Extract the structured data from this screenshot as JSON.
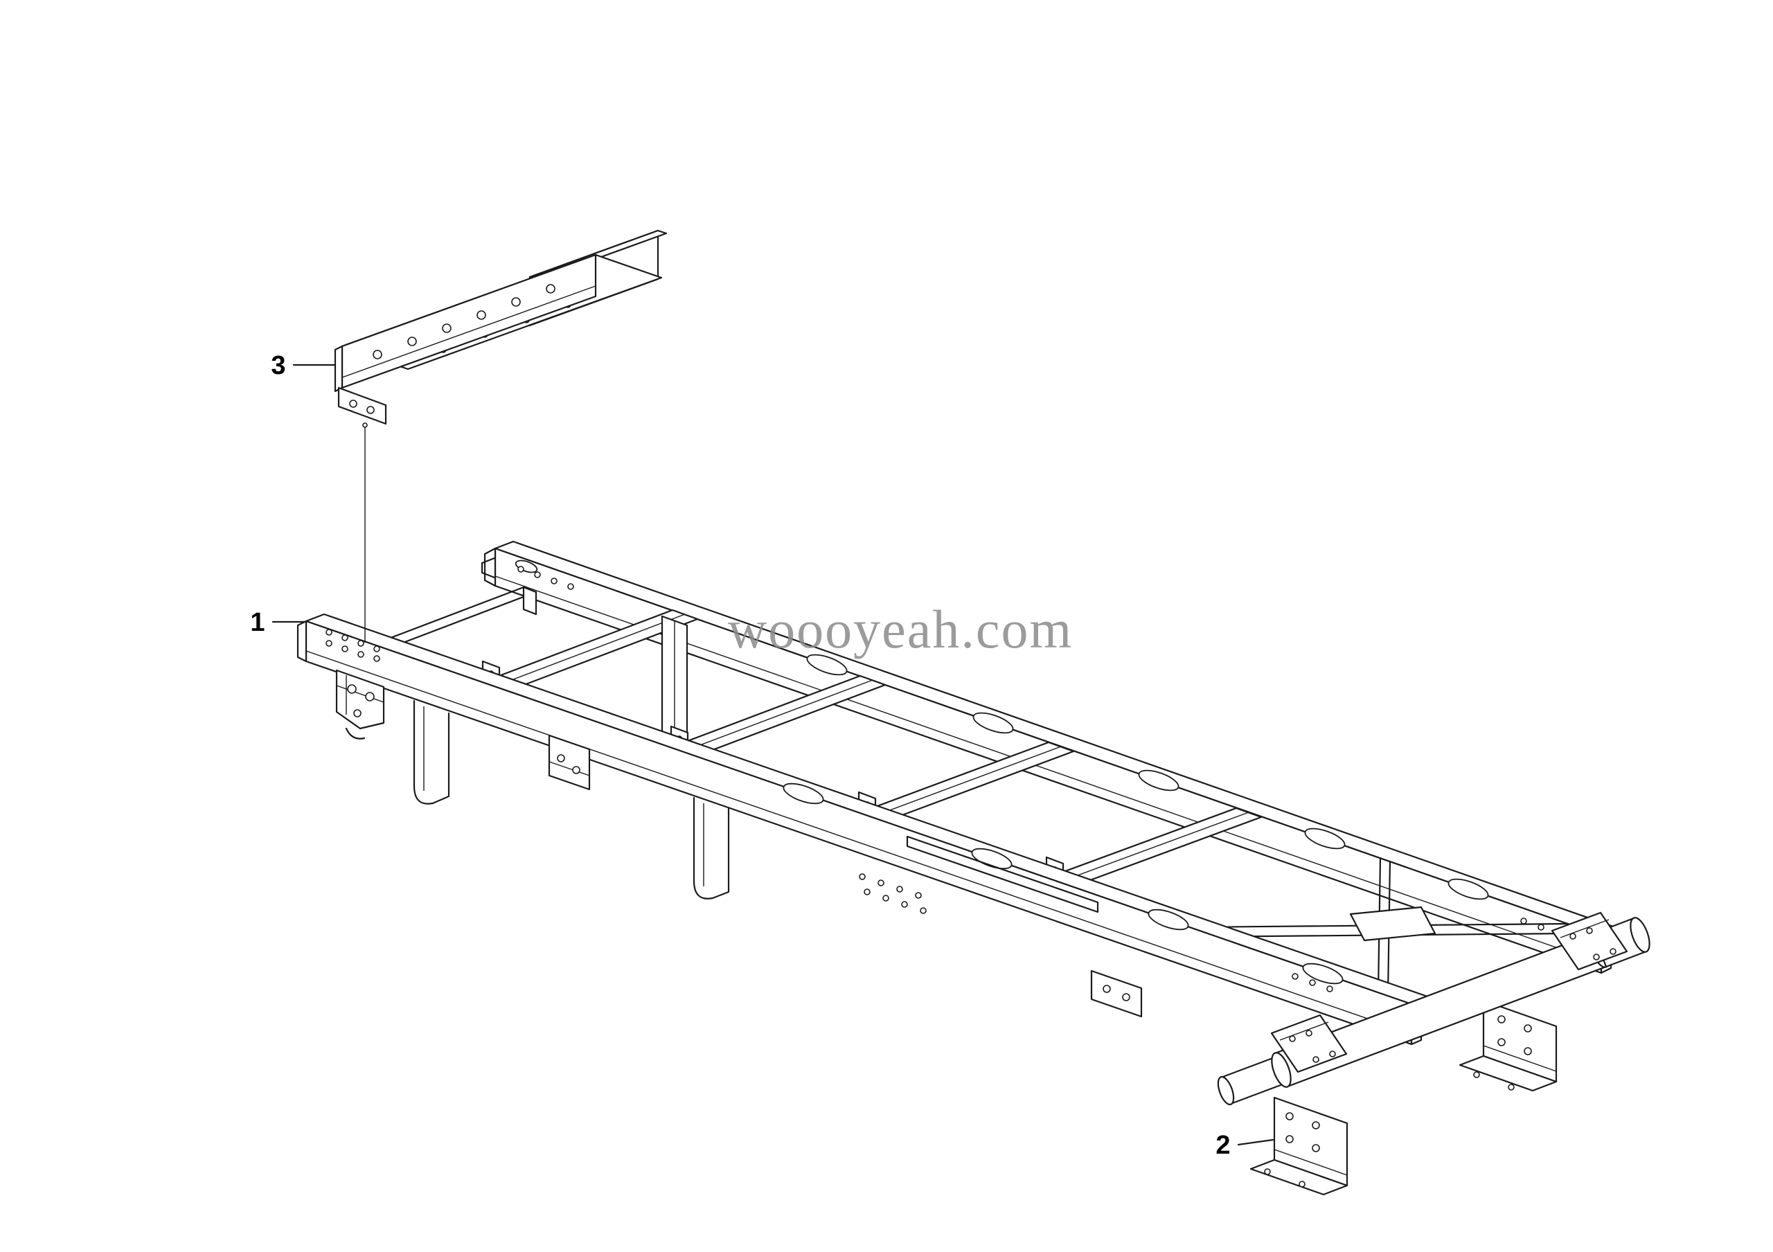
{
  "watermark": {
    "text": "woooyeah.com",
    "color": "#8a8a8a"
  },
  "callouts": {
    "c1": {
      "label": "1"
    },
    "c2": {
      "label": "2"
    },
    "c3": {
      "label": "3"
    }
  },
  "colors": {
    "line": "#1a1a1a",
    "background": "#ffffff"
  }
}
